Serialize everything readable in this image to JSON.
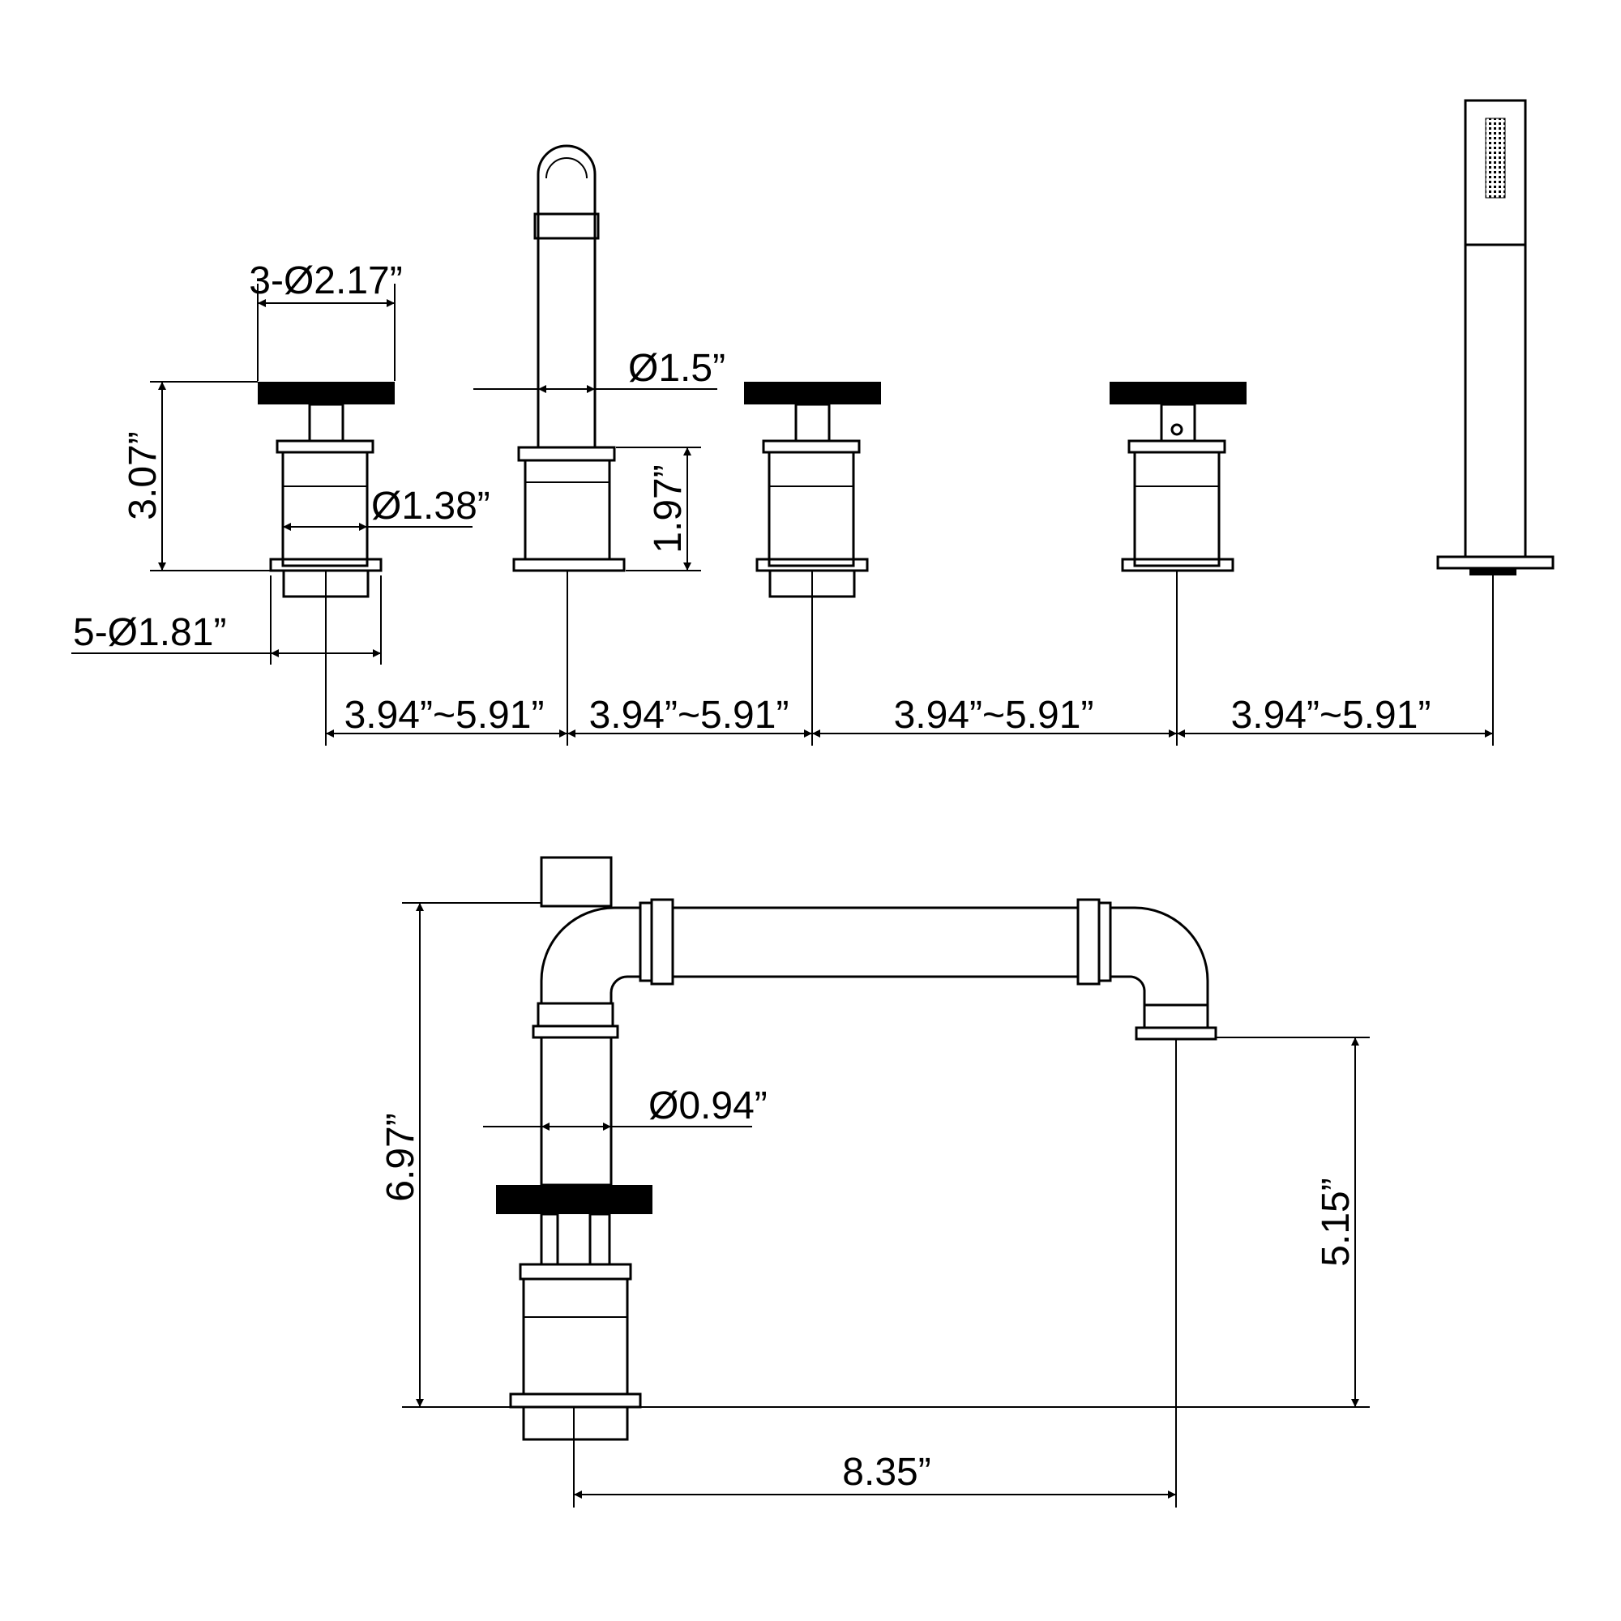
{
  "dimensions": {
    "handle_dia": "3-Ø2.17”",
    "handle_height": "3.07”",
    "valve_dia": "Ø1.38”",
    "hole_dia": "5-Ø1.81”",
    "spout_dia": "Ø1.5”",
    "escutcheon_height": "1.97”",
    "spacing_1": "3.94”~5.91”",
    "spacing_2": "3.94”~5.91”",
    "spacing_3": "3.94”~5.91”",
    "spacing_4": "3.94”~5.91”",
    "overall_height": "6.97”",
    "spout_height": "5.15”",
    "stem_dia": "Ø0.94”",
    "spout_reach": "8.35”"
  },
  "colors": {
    "line": "#000000",
    "background": "#ffffff"
  }
}
